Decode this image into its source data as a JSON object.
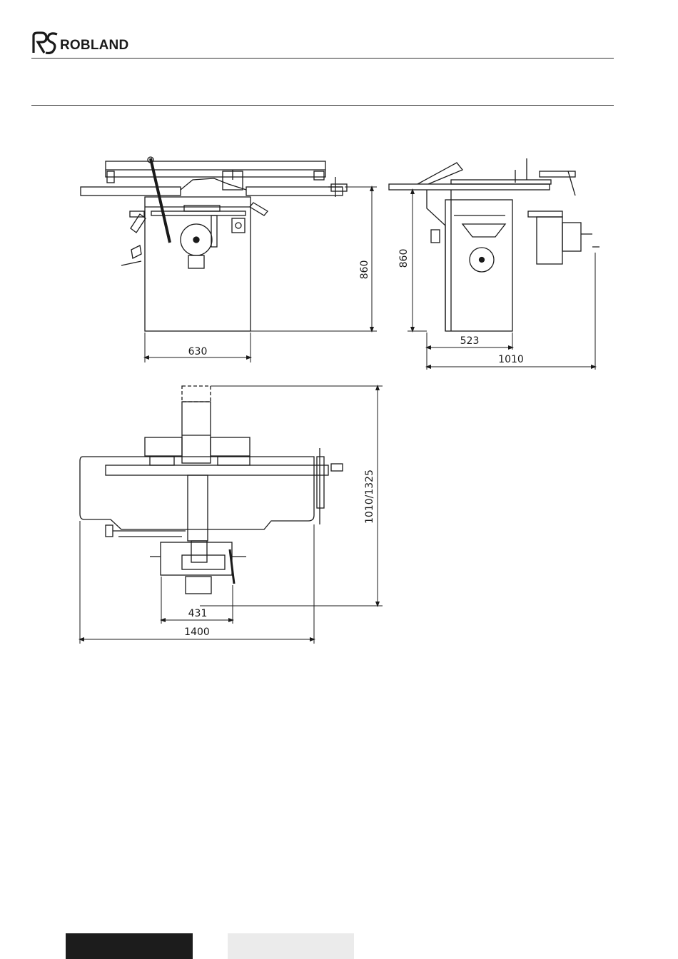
{
  "brand": {
    "name": "ROBLAND",
    "monogram": "RS",
    "logo_icon": "robland-logo-icon"
  },
  "dimensions": {
    "front_view": {
      "height": "860",
      "width": "630"
    },
    "side_view": {
      "height": "860",
      "depth": "523",
      "overall": "1010"
    },
    "top_view": {
      "length": "1010/1325",
      "inner": "431",
      "overall": "1400"
    }
  },
  "colors": {
    "line": "#1a1a1a",
    "footer_dark": "#1c1c1c",
    "footer_light": "#ebebeb"
  }
}
